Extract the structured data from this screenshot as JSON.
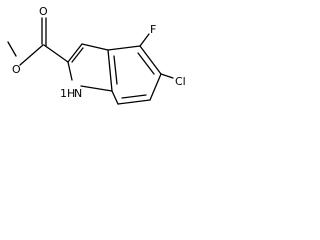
{
  "molecule": {
    "atom_labels": {
      "carbonyl_oxygen": "O",
      "ester_oxygen": "O",
      "nitrogen_h": "1H",
      "nitrogen": "N",
      "fluorine": "F",
      "chlorine": "Cl"
    },
    "colors": {
      "bond": "#000000",
      "label": "#000000",
      "background": "#ffffff"
    }
  }
}
